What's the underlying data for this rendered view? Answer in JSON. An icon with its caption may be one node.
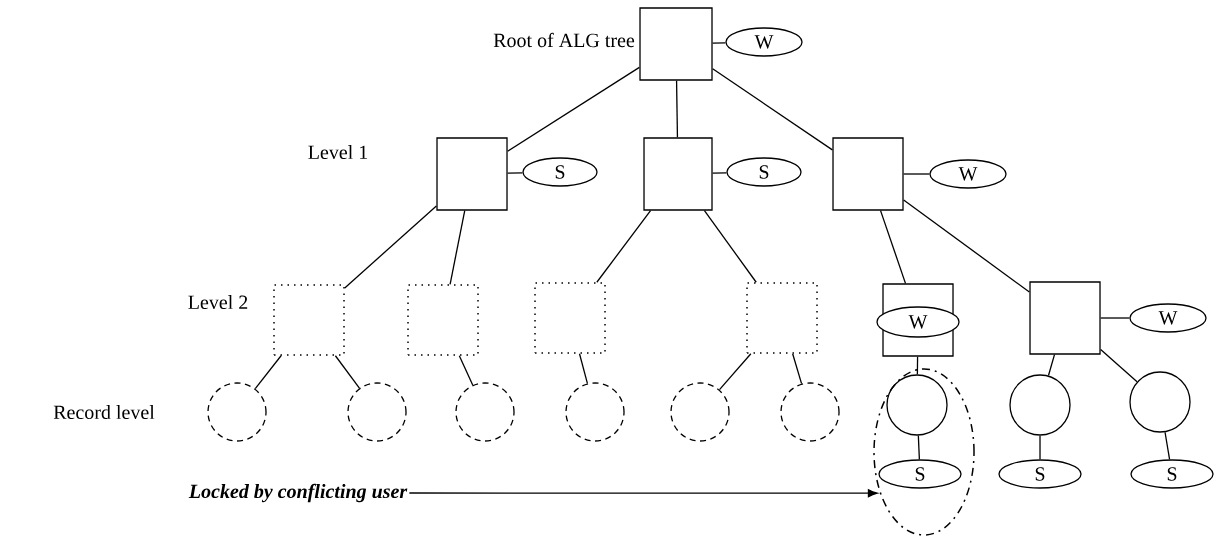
{
  "diagram": {
    "nodes": [
      {
        "text": [],
        "shape": "box",
        "beside": [
          "Root of ALG tree"
        ]
      },
      {
        "text": [
          "W"
        ]
      },
      {
        "text": [],
        "shape": "box"
      },
      {
        "text": [
          "S"
        ]
      },
      {
        "text": [],
        "shape": "box"
      },
      {
        "text": [
          "S"
        ]
      },
      {
        "text": [],
        "shape": "box"
      },
      {
        "text": [
          "W"
        ]
      },
      {
        "text": [],
        "shape": "box"
      },
      {
        "text": [],
        "shape": "box"
      },
      {
        "text": [],
        "shape": "box"
      },
      {
        "text": [],
        "shape": "box"
      },
      {
        "text": [],
        "shape": "box"
      },
      {
        "text": [
          "W"
        ],
        "in": 12
      },
      {
        "text": [],
        "shape": "box"
      },
      {
        "text": [
          "W"
        ]
      },
      {
        "text": [],
        "shape": "circle"
      },
      {
        "text": [],
        "shape": "circle"
      },
      {
        "text": [],
        "shape": "circle"
      },
      {
        "text": [],
        "shape": "circle"
      },
      {
        "text": [],
        "shape": "circle"
      },
      {
        "text": [],
        "shape": "circle"
      },
      {
        "text": [],
        "shape": "ellipse"
      },
      {
        "text": [],
        "shape": "circle",
        "in": 22
      },
      {
        "text": [
          "S"
        ],
        "in": 22
      },
      {
        "text": [],
        "shape": "circle"
      },
      {
        "text": [
          "S"
        ]
      },
      {
        "text": [],
        "shape": "circle"
      },
      {
        "text": [
          "S"
        ]
      },
      {
        "text": [
          "Locked by conflicting user"
        ]
      }
    ],
    "edges": [
      {
        "from": 0,
        "to": 1,
        "arrow": "none"
      },
      {
        "from": 0,
        "to": 2,
        "arrow": "none"
      },
      {
        "from": 0,
        "to": 4,
        "arrow": "none"
      },
      {
        "from": 0,
        "to": 6,
        "arrow": "none"
      },
      {
        "from": 2,
        "to": 3,
        "arrow": "none"
      },
      {
        "from": 4,
        "to": 5,
        "arrow": "none"
      },
      {
        "from": 6,
        "to": 7,
        "arrow": "none"
      },
      {
        "from": 2,
        "to": 8,
        "arrow": "none"
      },
      {
        "from": 2,
        "to": 9,
        "arrow": "none"
      },
      {
        "from": 4,
        "to": 10,
        "arrow": "none"
      },
      {
        "from": 4,
        "to": 11,
        "arrow": "none"
      },
      {
        "from": 6,
        "to": 12,
        "arrow": "none"
      },
      {
        "from": 6,
        "to": 14,
        "arrow": "none"
      },
      {
        "from": 14,
        "to": 15,
        "arrow": "none"
      },
      {
        "from": 8,
        "to": 16,
        "arrow": "none"
      },
      {
        "from": 8,
        "to": 17,
        "arrow": "none"
      },
      {
        "from": 9,
        "to": 18,
        "arrow": "none"
      },
      {
        "from": 10,
        "to": 19,
        "arrow": "none"
      },
      {
        "from": 11,
        "to": 20,
        "arrow": "none"
      },
      {
        "from": 11,
        "to": 21,
        "arrow": "none"
      },
      {
        "from": 12,
        "to": 23,
        "arrow": "none"
      },
      {
        "from": 23,
        "to": 24,
        "arrow": "none"
      },
      {
        "from": 14,
        "to": 25,
        "arrow": "none"
      },
      {
        "from": 14,
        "to": 27,
        "arrow": "none"
      },
      {
        "from": 25,
        "to": 26,
        "arrow": "none"
      },
      {
        "from": 27,
        "to": 28,
        "arrow": "none"
      },
      {
        "from": 29,
        "to": 22,
        "arrow": "to"
      }
    ],
    "labels": [
      "Level 1",
      "Level 2",
      "Record level"
    ]
  }
}
